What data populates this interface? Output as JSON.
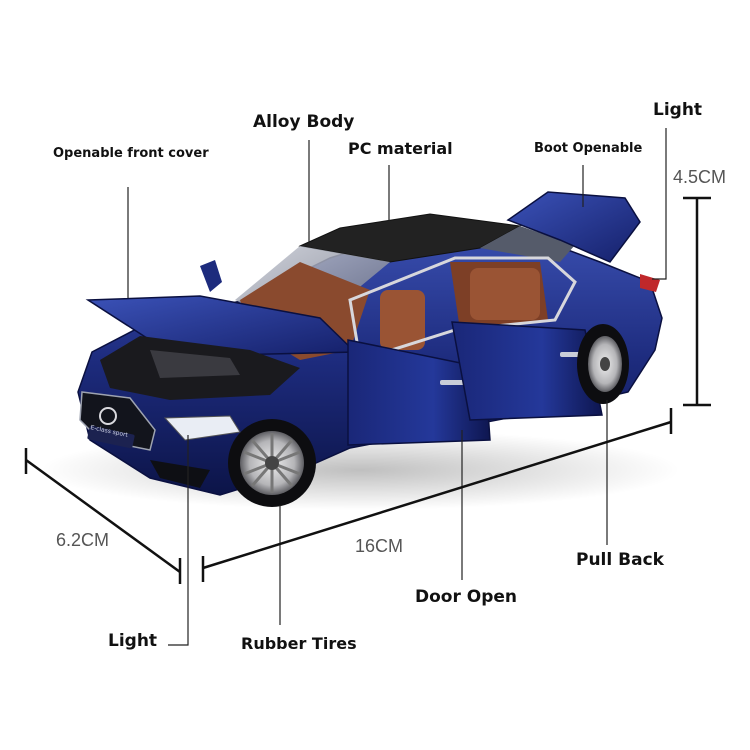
{
  "labels": {
    "openable_front_cover": "Openable front cover",
    "alloy_body": "Alloy Body",
    "pc_material": "PC material",
    "boot_openable": "Boot Openable",
    "light_rear": "Light",
    "pull_back": "Pull Back",
    "door_open": "Door Open",
    "rubber_tires": "Rubber Tires",
    "light_front": "Light"
  },
  "dimensions": {
    "height": "4.5CM",
    "length": "16CM",
    "width": "6.2CM"
  },
  "car": {
    "plate_text": "E-class sport",
    "body_color": "#1b2a78",
    "interior_color": "#8a4a2e"
  }
}
